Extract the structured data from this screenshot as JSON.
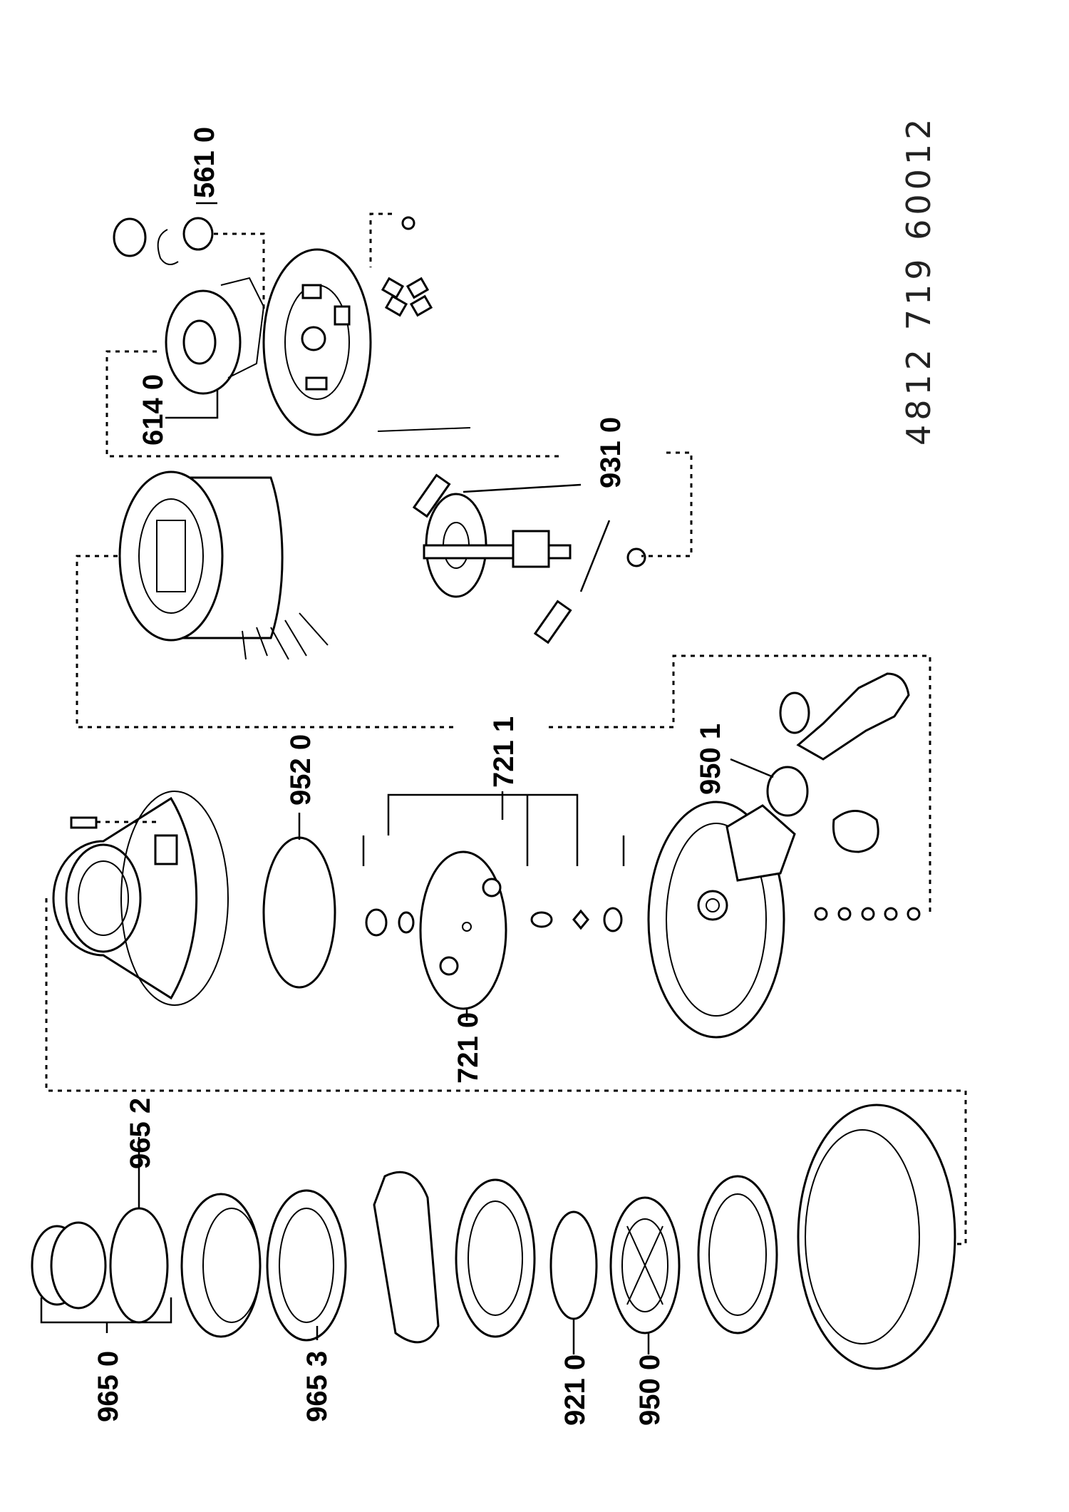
{
  "document_number": "4812 719 60012",
  "callouts": [
    {
      "id": "c5610",
      "text": "561 0"
    },
    {
      "id": "c6140",
      "text": "614 0"
    },
    {
      "id": "c9310",
      "text": "931 0"
    },
    {
      "id": "c7211",
      "text": "721 1"
    },
    {
      "id": "c9520",
      "text": "952 0"
    },
    {
      "id": "c9501",
      "text": "950 1"
    },
    {
      "id": "c7210",
      "text": "721 0"
    },
    {
      "id": "c9652",
      "text": "965 2"
    },
    {
      "id": "c9650",
      "text": "965 0"
    },
    {
      "id": "c9653",
      "text": "965 3"
    },
    {
      "id": "c9210",
      "text": "921 0"
    },
    {
      "id": "c9500",
      "text": "950 0"
    }
  ]
}
